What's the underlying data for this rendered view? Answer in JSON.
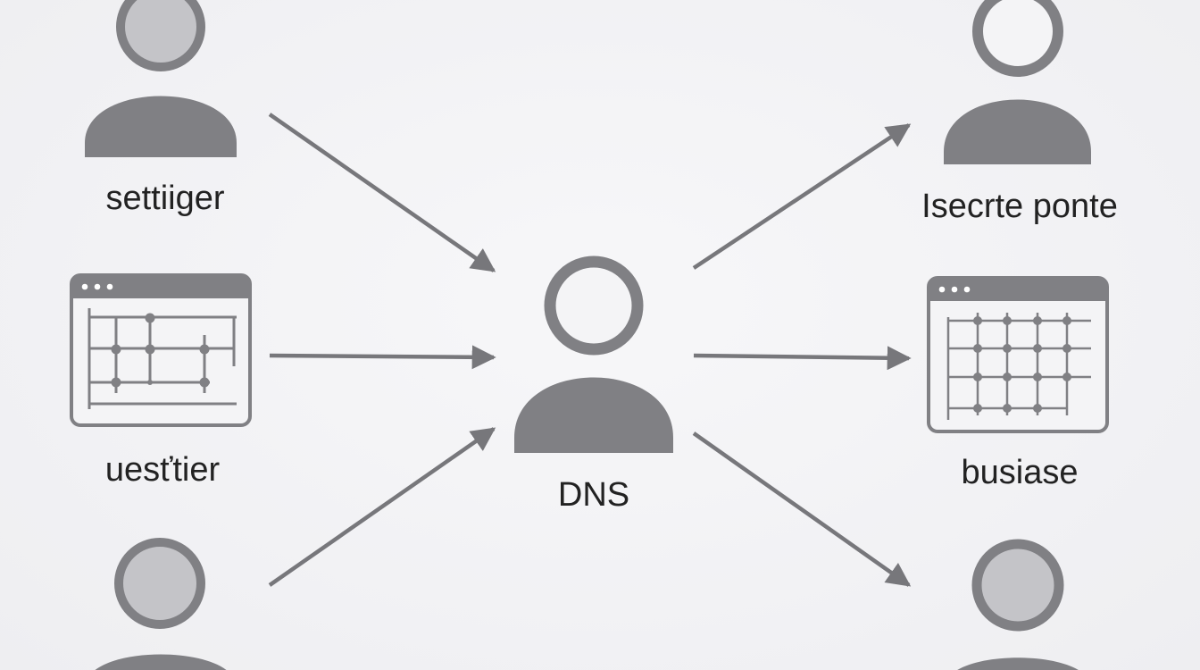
{
  "diagram": {
    "colors": {
      "background": "#f2f2f4",
      "icon": "#808084",
      "icon_fill_light": "#c4c4c8",
      "arrow": "#77777b",
      "label": "#222222",
      "window_inner": "#f4f4f6"
    },
    "center": {
      "label": "DNS",
      "icon": "user-outline-icon"
    },
    "sources": [
      {
        "id": "top-left",
        "label": "settiiger",
        "icon": "user-filled-icon"
      },
      {
        "id": "middle-left",
        "label": "uesťtier",
        "icon": "browser-window-network-icon"
      },
      {
        "id": "bottom-left",
        "label": "",
        "icon": "user-filled-icon"
      }
    ],
    "targets": [
      {
        "id": "top-right",
        "label": "Isecrte ponte",
        "icon": "user-outline-icon"
      },
      {
        "id": "middle-right",
        "label": "busiase",
        "icon": "browser-window-grid-icon"
      },
      {
        "id": "bottom-right",
        "label": "",
        "icon": "user-filled-icon"
      }
    ]
  }
}
